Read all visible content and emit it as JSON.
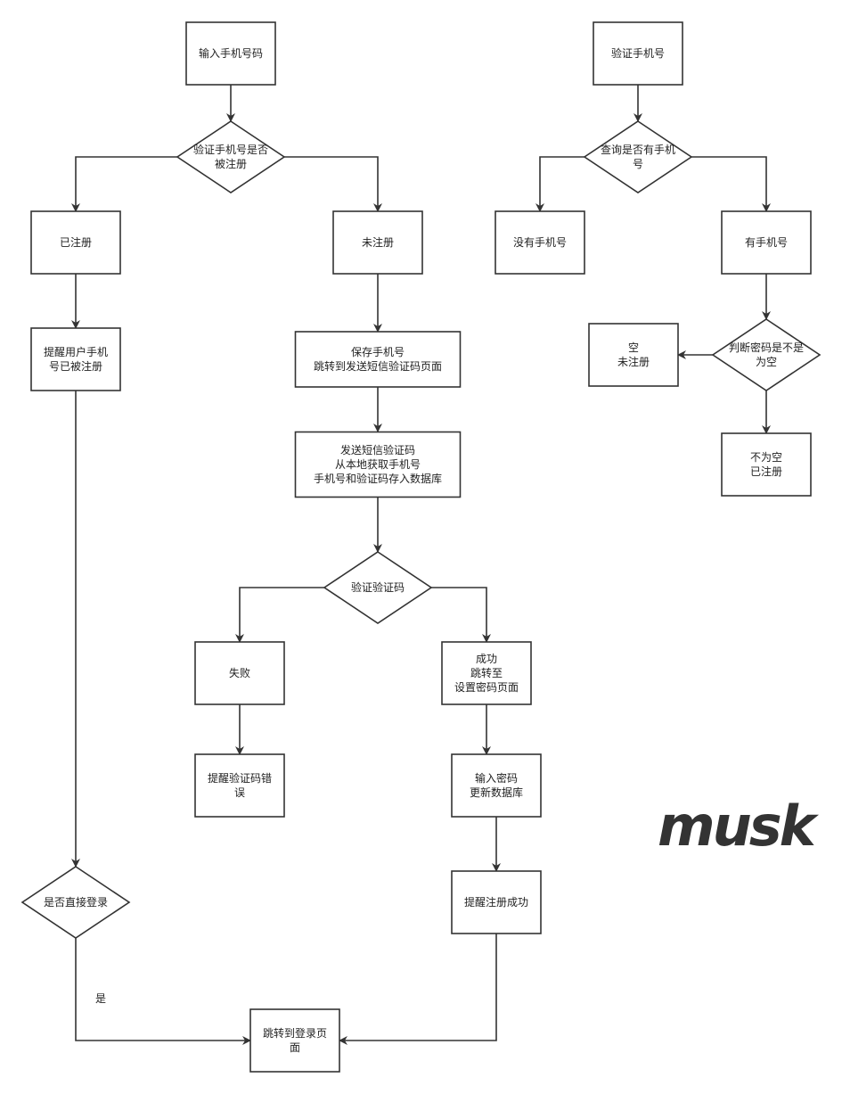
{
  "diagram": {
    "colors": {
      "stroke": "#333333",
      "fill": "#ffffff",
      "text": "#222222"
    },
    "nodes": [
      {
        "id": "input_phone",
        "shape": "rect",
        "lines": [
          "输入手机号码"
        ]
      },
      {
        "id": "check_registered",
        "shape": "diamond",
        "lines": [
          "验证手机号是否",
          "被注册"
        ]
      },
      {
        "id": "registered",
        "shape": "rect",
        "lines": [
          "已注册"
        ]
      },
      {
        "id": "not_registered",
        "shape": "rect",
        "lines": [
          "未注册"
        ]
      },
      {
        "id": "remind_registered",
        "shape": "rect",
        "lines": [
          "提醒用户手机",
          "号已被注册"
        ]
      },
      {
        "id": "save_phone",
        "shape": "rect",
        "lines": [
          "保存手机号",
          "跳转到发送短信验证码页面"
        ]
      },
      {
        "id": "send_sms",
        "shape": "rect",
        "lines": [
          "发送短信验证码",
          "从本地获取手机号",
          "手机号和验证码存入数据库"
        ]
      },
      {
        "id": "verify_code",
        "shape": "diamond",
        "lines": [
          "验证验证码"
        ]
      },
      {
        "id": "fail",
        "shape": "rect",
        "lines": [
          "失败"
        ]
      },
      {
        "id": "success",
        "shape": "rect",
        "lines": [
          "成功",
          "跳转至",
          "设置密码页面"
        ]
      },
      {
        "id": "remind_code_error",
        "shape": "rect",
        "lines": [
          "提醒验证码错",
          "误"
        ]
      },
      {
        "id": "input_password",
        "shape": "rect",
        "lines": [
          "输入密码",
          "更新数据库"
        ]
      },
      {
        "id": "remind_success",
        "shape": "rect",
        "lines": [
          "提醒注册成功"
        ]
      },
      {
        "id": "direct_login",
        "shape": "diamond",
        "lines": [
          "是否直接登录"
        ]
      },
      {
        "id": "goto_login",
        "shape": "rect",
        "lines": [
          "跳转到登录页",
          "面"
        ]
      },
      {
        "id": "verify_phone",
        "shape": "rect",
        "lines": [
          "验证手机号"
        ]
      },
      {
        "id": "query_phone",
        "shape": "diamond",
        "lines": [
          "查询是否有手机",
          "号"
        ]
      },
      {
        "id": "no_phone",
        "shape": "rect",
        "lines": [
          "没有手机号"
        ]
      },
      {
        "id": "has_phone",
        "shape": "rect",
        "lines": [
          "有手机号"
        ]
      },
      {
        "id": "check_password",
        "shape": "diamond",
        "lines": [
          "判断密码是不是",
          "为空"
        ]
      },
      {
        "id": "empty",
        "shape": "rect",
        "lines": [
          "空",
          "未注册"
        ]
      },
      {
        "id": "not_empty",
        "shape": "rect",
        "lines": [
          "不为空",
          "已注册"
        ]
      }
    ],
    "edges": [
      {
        "from": "input_phone",
        "to": "check_registered",
        "label": ""
      },
      {
        "from": "check_registered",
        "to": "registered",
        "label": ""
      },
      {
        "from": "check_registered",
        "to": "not_registered",
        "label": ""
      },
      {
        "from": "registered",
        "to": "remind_registered",
        "label": ""
      },
      {
        "from": "remind_registered",
        "to": "direct_login",
        "label": ""
      },
      {
        "from": "direct_login",
        "to": "goto_login",
        "label": "是"
      },
      {
        "from": "not_registered",
        "to": "save_phone",
        "label": ""
      },
      {
        "from": "save_phone",
        "to": "send_sms",
        "label": ""
      },
      {
        "from": "send_sms",
        "to": "verify_code",
        "label": ""
      },
      {
        "from": "verify_code",
        "to": "fail",
        "label": ""
      },
      {
        "from": "verify_code",
        "to": "success",
        "label": ""
      },
      {
        "from": "fail",
        "to": "remind_code_error",
        "label": ""
      },
      {
        "from": "success",
        "to": "input_password",
        "label": ""
      },
      {
        "from": "input_password",
        "to": "remind_success",
        "label": ""
      },
      {
        "from": "remind_success",
        "to": "goto_login",
        "label": ""
      },
      {
        "from": "verify_phone",
        "to": "query_phone",
        "label": ""
      },
      {
        "from": "query_phone",
        "to": "no_phone",
        "label": ""
      },
      {
        "from": "query_phone",
        "to": "has_phone",
        "label": ""
      },
      {
        "from": "has_phone",
        "to": "check_password",
        "label": ""
      },
      {
        "from": "check_password",
        "to": "empty",
        "label": ""
      },
      {
        "from": "check_password",
        "to": "not_empty",
        "label": ""
      }
    ]
  },
  "watermark": {
    "text": "musk"
  }
}
